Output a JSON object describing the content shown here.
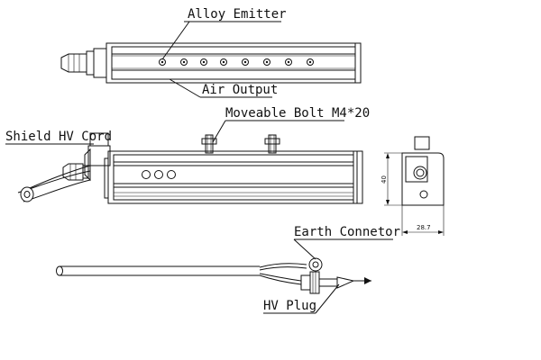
{
  "labels": {
    "alloy_emitter": "Alloy Emitter",
    "air_output": "Air Output",
    "moveable_bolt": "Moveable Bolt M4*20",
    "shield_hv_cord": "Shield HV Cord",
    "earth_connector": "Earth Connetor",
    "hv_plug": "HV Plug"
  },
  "dimensions": {
    "height": "40",
    "width": "28.7"
  }
}
